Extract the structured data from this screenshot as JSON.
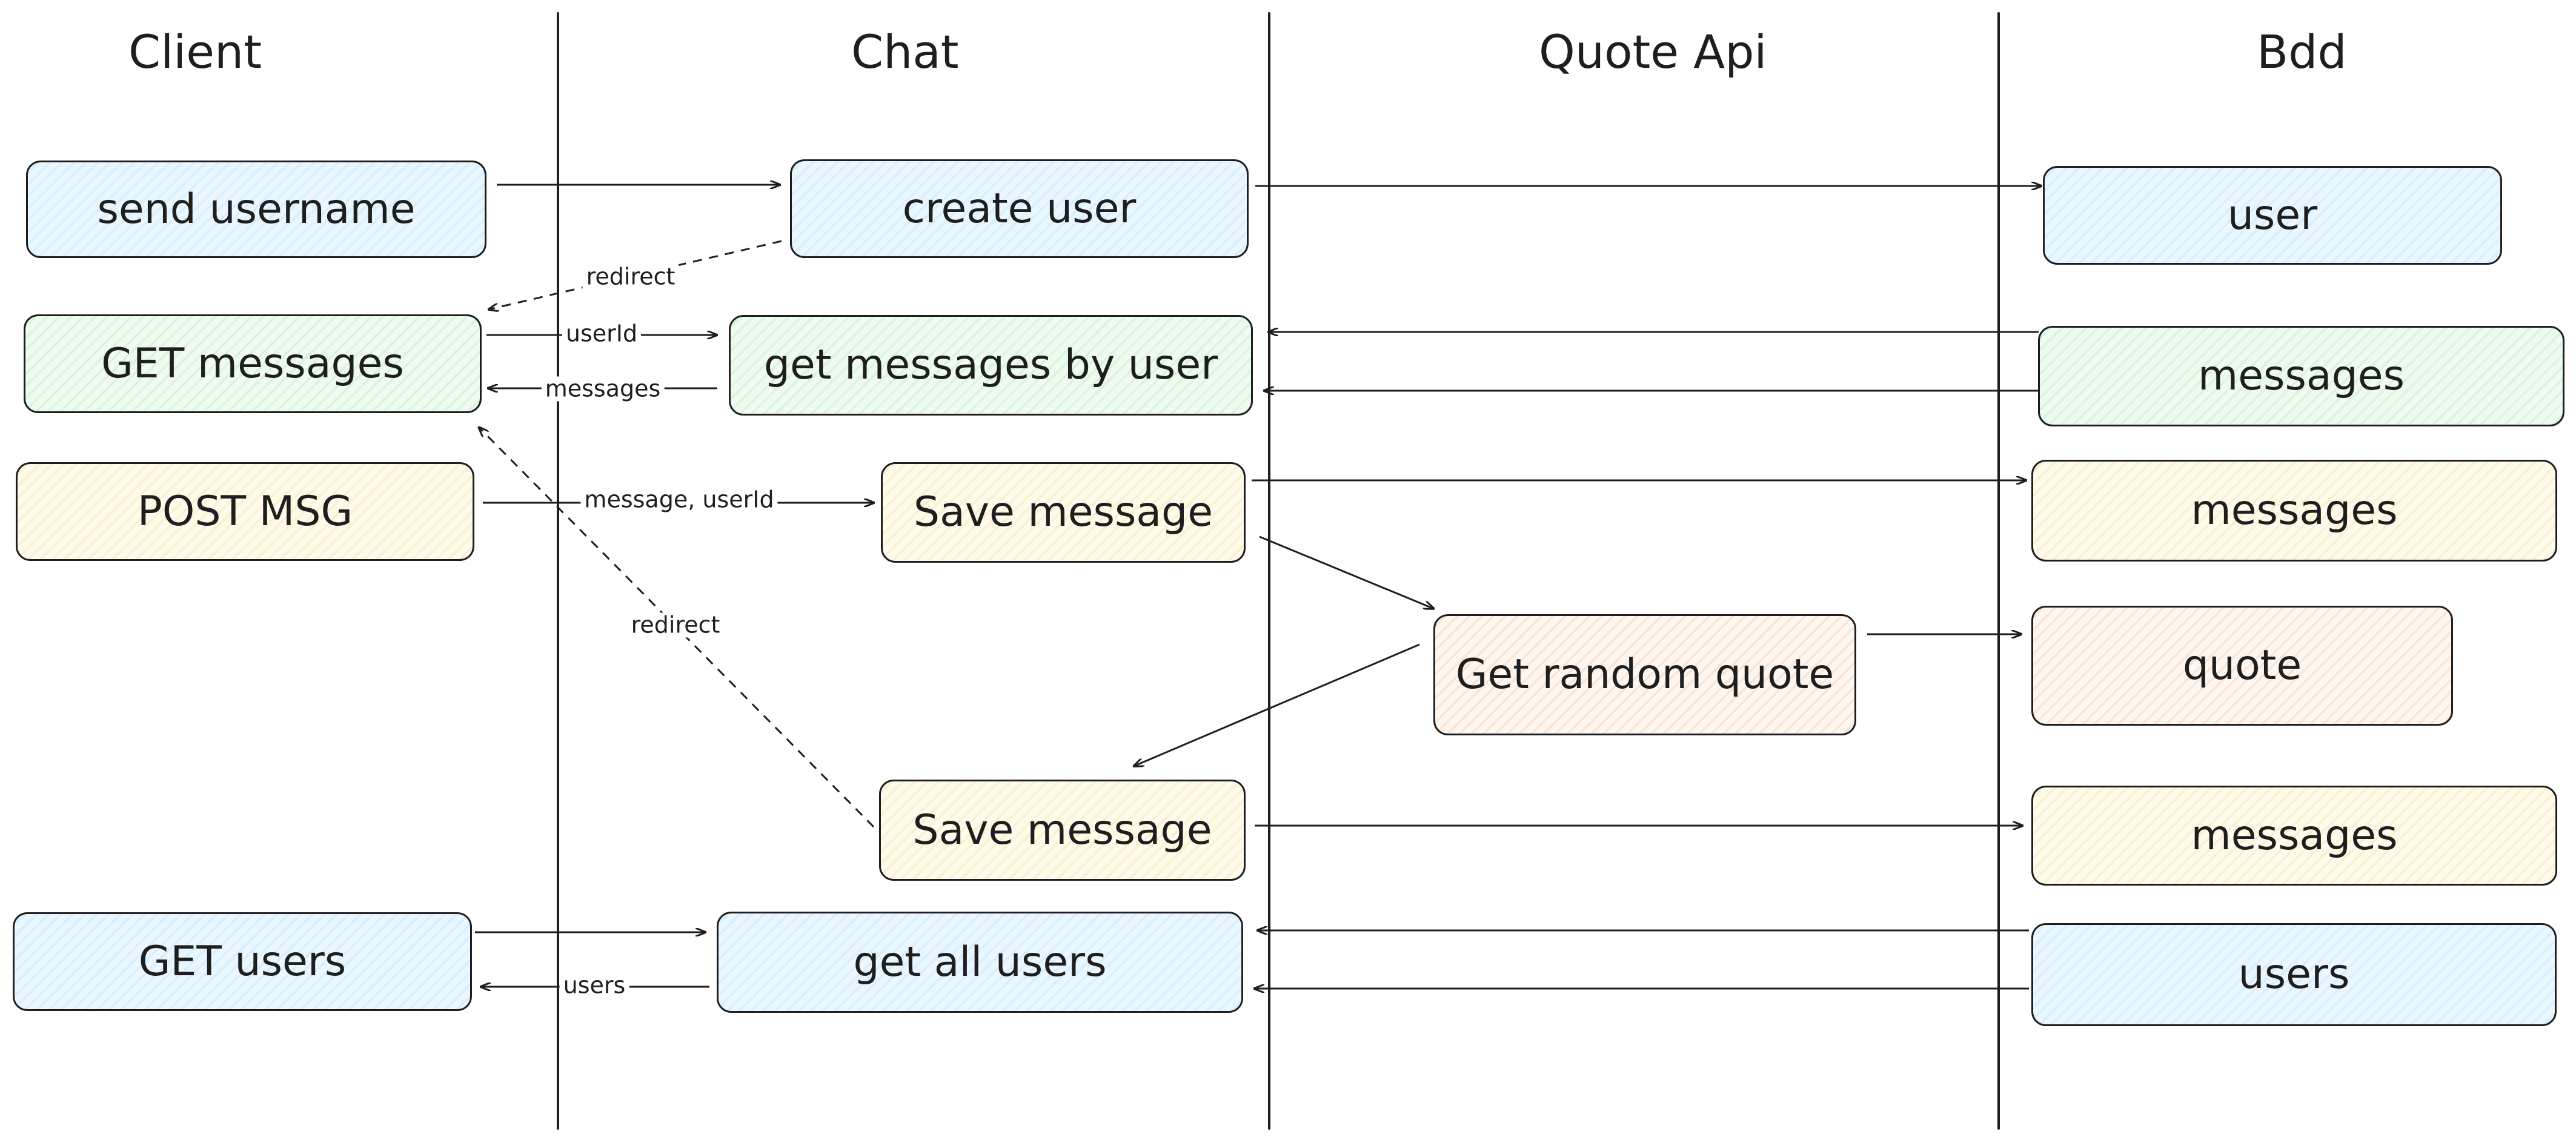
{
  "lanes": [
    {
      "title": "Client"
    },
    {
      "title": "Chat"
    },
    {
      "title": "Quote Api"
    },
    {
      "title": "Bdd"
    }
  ],
  "nodes": {
    "send_username": "send username",
    "create_user": "create user",
    "user": "user",
    "get_messages_client": "GET messages",
    "get_messages_by_user": "get messages by user",
    "messages_bdd_1": "messages",
    "post_msg": "POST MSG",
    "save_message_1": "Save message",
    "messages_bdd_2": "messages",
    "get_random_quote": "Get random quote",
    "quote": "quote",
    "save_message_2": "Save message",
    "messages_bdd_3": "messages",
    "get_users": "GET users",
    "get_all_users": "get all users",
    "users": "users"
  },
  "edge_labels": {
    "redirect_1": "redirect",
    "userId": "userId",
    "messages": "messages",
    "message_userId": "message, userId",
    "redirect_2": "redirect",
    "users": "users"
  },
  "colors": {
    "stroke": "#1e1e1e",
    "blue_fill": "#eaf7ff",
    "green_fill": "#eefcf0",
    "yellow_fill": "#fffbec",
    "peach_fill": "#fff7ef"
  }
}
